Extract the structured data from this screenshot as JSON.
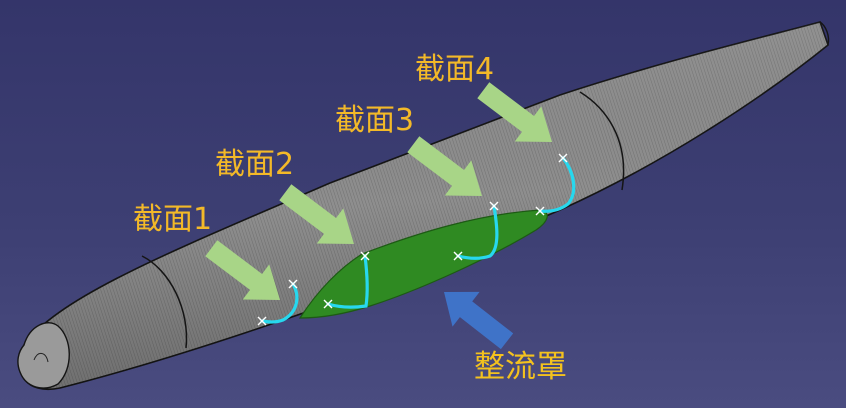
{
  "labels": {
    "section1": "截面1",
    "section2": "截面2",
    "section3": "截面3",
    "section4": "截面4",
    "fairing": "整流罩"
  },
  "colors": {
    "background": "#3b3c70",
    "hull": "#8c8c8c",
    "fairing_fill": "#2f8a22",
    "section_curve": "#27d8ee",
    "green_arrow": "#a8d587",
    "blue_arrow": "#3f73c8",
    "label_text": "#f3b928"
  },
  "icons": {
    "section_arrow": "green-block-arrow",
    "fairing_arrow": "blue-block-arrow",
    "point_marker": "x-marker"
  }
}
